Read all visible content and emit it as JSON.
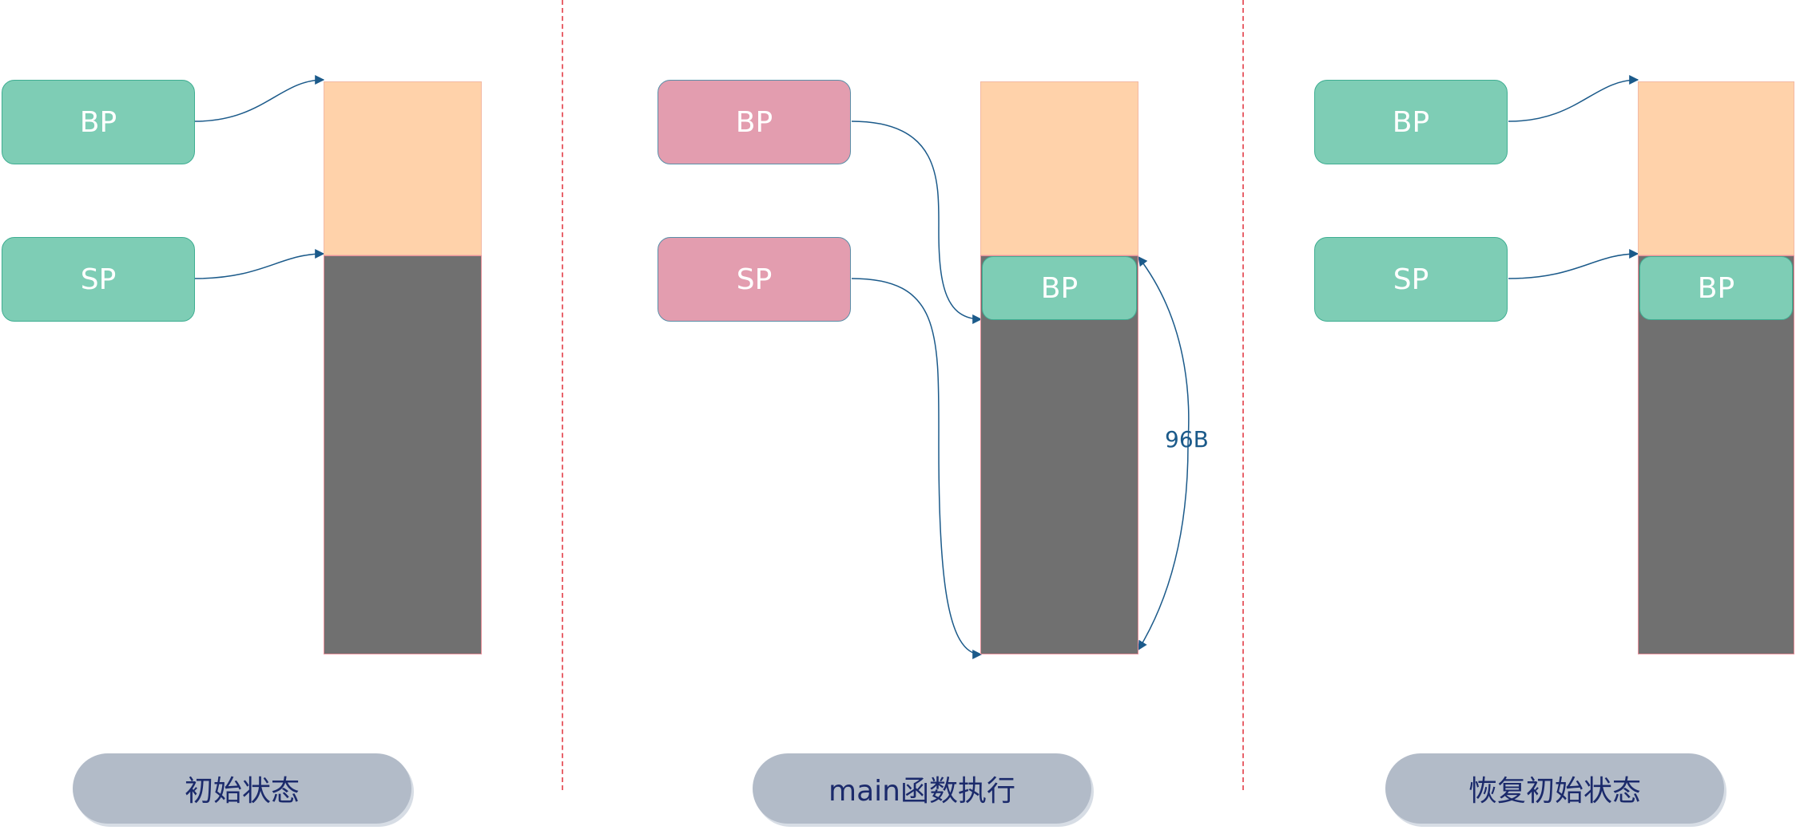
{
  "panels": [
    {
      "bp": {
        "label": "BP",
        "state": "initial"
      },
      "sp": {
        "label": "SP",
        "state": "initial"
      },
      "stack": {
        "saved_bp": ""
      },
      "caption": "初始状态"
    },
    {
      "bp": {
        "label": "BP",
        "state": "modified"
      },
      "sp": {
        "label": "SP",
        "state": "modified"
      },
      "stack": {
        "saved_bp": "BP"
      },
      "frame_size": "96B",
      "caption": "main函数执行"
    },
    {
      "bp": {
        "label": "BP",
        "state": "restored"
      },
      "sp": {
        "label": "SP",
        "state": "restored"
      },
      "stack": {
        "saved_bp": "BP"
      },
      "caption": "恢复初始状态"
    }
  ],
  "colors": {
    "register_normal": "#7ecdb5",
    "register_modified": "#e39daf",
    "stack_upper": "#ffd2aa",
    "stack_lower": "#707070",
    "arrow": "#1b5a8a",
    "divider": "#e8636b",
    "caption_bg": "#b2bbc8",
    "caption_text": "#1b2a6b"
  }
}
